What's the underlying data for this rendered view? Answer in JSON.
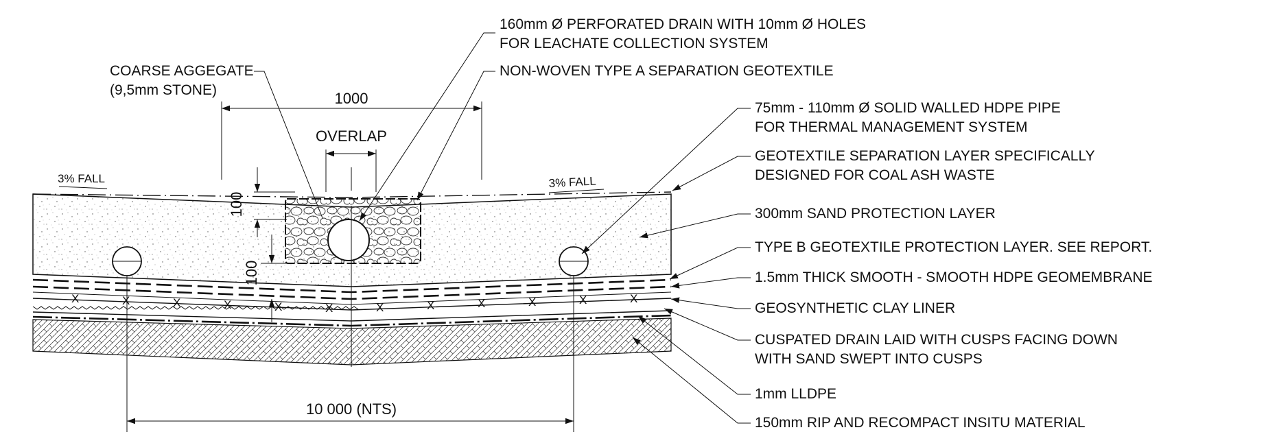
{
  "callouts_top": {
    "perforated_drain": [
      "160mm Ø PERFORATED DRAIN WITH 10mm Ø HOLES",
      "FOR LEACHATE COLLECTION SYSTEM"
    ],
    "non_woven": "NON-WOVEN TYPE A SEPARATION GEOTEXTILE",
    "coarse_aggregate": [
      "COARSE AGGEGATE",
      "(9,5mm STONE)"
    ]
  },
  "callouts_right": {
    "hdpe_pipe": [
      "75mm - 110mm Ø SOLID WALLED HDPE PIPE",
      "FOR THERMAL MANAGEMENT SYSTEM"
    ],
    "geotextile_separation": [
      "GEOTEXTILE SEPARATION LAYER SPECIFICALLY",
      "DESIGNED FOR COAL ASH WASTE"
    ],
    "sand_protection": "300mm SAND PROTECTION LAYER",
    "type_b": "TYPE B  GEOTEXTILE PROTECTION LAYER. SEE REPORT.",
    "geomembrane": "1.5mm THICK SMOOTH - SMOOTH HDPE GEOMEMBRANE",
    "clay_liner": "GEOSYNTHETIC CLAY LINER",
    "cuspated": [
      "CUSPATED DRAIN LAID WITH CUSPS FACING DOWN",
      "WITH SAND SWEPT INTO CUSPS"
    ],
    "lldpe": "1mm LLDPE",
    "rip_recompact": "150mm RIP AND RECOMPACT INSITU MATERIAL"
  },
  "dimensions": {
    "top_width": "1000",
    "overlap": "OVERLAP",
    "depth_upper": "100",
    "depth_lower": "100",
    "bottom_width": "10 000 (NTS)"
  },
  "falls": {
    "left": "3% FALL",
    "right": "3% FALL"
  },
  "liner_marker": "X"
}
